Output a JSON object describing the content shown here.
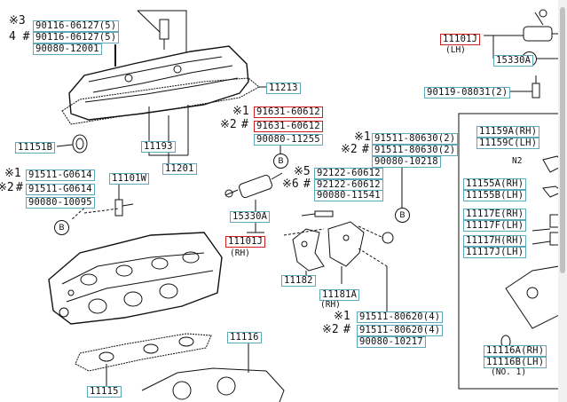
{
  "diagram": {
    "circle_b": "B",
    "lh": "(LH)",
    "rh": "(RH)",
    "no1": "(NO. 1)",
    "n2": "N2",
    "star1": "※1",
    "star2": "※2",
    "star3": "※3",
    "star5": "※5",
    "star6": "※6",
    "hash": "#",
    "four_hash": "4 #",
    "top_left": {
      "p1": "90116-06127(5)",
      "p2": "90116-06127(5)",
      "p3": "90080-12001"
    },
    "parts": {
      "p11213": "11213",
      "p11193": "11193",
      "p11201": "11201",
      "p11151b": "11151B",
      "p11101w": "11101W",
      "p11116": "11116",
      "p11115": "11115",
      "p15330a_mid": "15330A",
      "p15330a_top": "15330A",
      "p11101j_mid": "11101J",
      "p11101j_top": "11101J",
      "p11182": "11182",
      "p11181a": "11181A",
      "p91631a": "91631-60612",
      "p91631b": "91631-60612",
      "p90080_11255": "90080-11255",
      "p91511_80630a": "91511-80630(2)",
      "p91511_80630b": "91511-80630(2)",
      "p90080_10218": "90080-10218",
      "p92122a": "92122-60612",
      "p92122b": "92122-60612",
      "p90080_11541": "90080-11541",
      "p91511_g0614a": "91511-G0614",
      "p91511_g0614b": "91511-G0614",
      "p90080_10095": "90080-10095",
      "p91511_80620a": "91511-80620(4)",
      "p91511_80620b": "91511-80620(4)",
      "p90080_10217": "90080-10217",
      "p90119": "90119-08031(2)"
    },
    "right_list": [
      "11159A(RH)",
      "11159C(LH)",
      "11155A(RH)",
      "11155B(LH)",
      "11117E(RH)",
      "11117F(LH)",
      "11117H(RH)",
      "11117J(LH)",
      "11116A(RH)",
      "11116B(LH)"
    ]
  }
}
